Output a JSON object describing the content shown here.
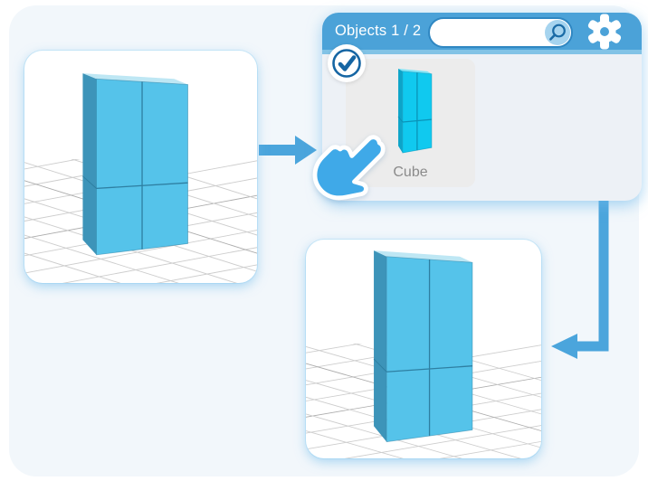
{
  "panel": {
    "title": "Objects 1 / 2",
    "search": {
      "value": "",
      "placeholder": ""
    },
    "items": [
      {
        "label": "Cube",
        "selected": true
      }
    ]
  },
  "scenes": {
    "before": {
      "object": "Cube",
      "view": "3d-grid-floor"
    },
    "after": {
      "object": "Cube",
      "view": "3d-grid-floor"
    }
  },
  "icons": {
    "search": "magnifier-icon",
    "settings": "gear-icon",
    "selected": "check-circle-icon",
    "cursor": "hand-tap-cursor-icon",
    "flow": [
      "arrow-right-icon",
      "arrow-elbow-down-left-icon"
    ]
  },
  "colors": {
    "header_blue": "#4BA2D8",
    "header_strip": "#82C3E6",
    "arrow_blue": "#4BA5DC",
    "panel_body": "#EDF1F6",
    "tile_bg": "#ECECEC",
    "backdrop": "#F2F7FB",
    "cube_front": "#55C3EA",
    "cube_side": "#3D94B9",
    "cube_top": "#BEE7F4",
    "thumb_front": "#10C9EF",
    "thumb_side": "#0CA4C9",
    "check_blue": "#1565A3",
    "hand_blue": "#3FA9E8",
    "label_gray": "#8B8B8B"
  }
}
